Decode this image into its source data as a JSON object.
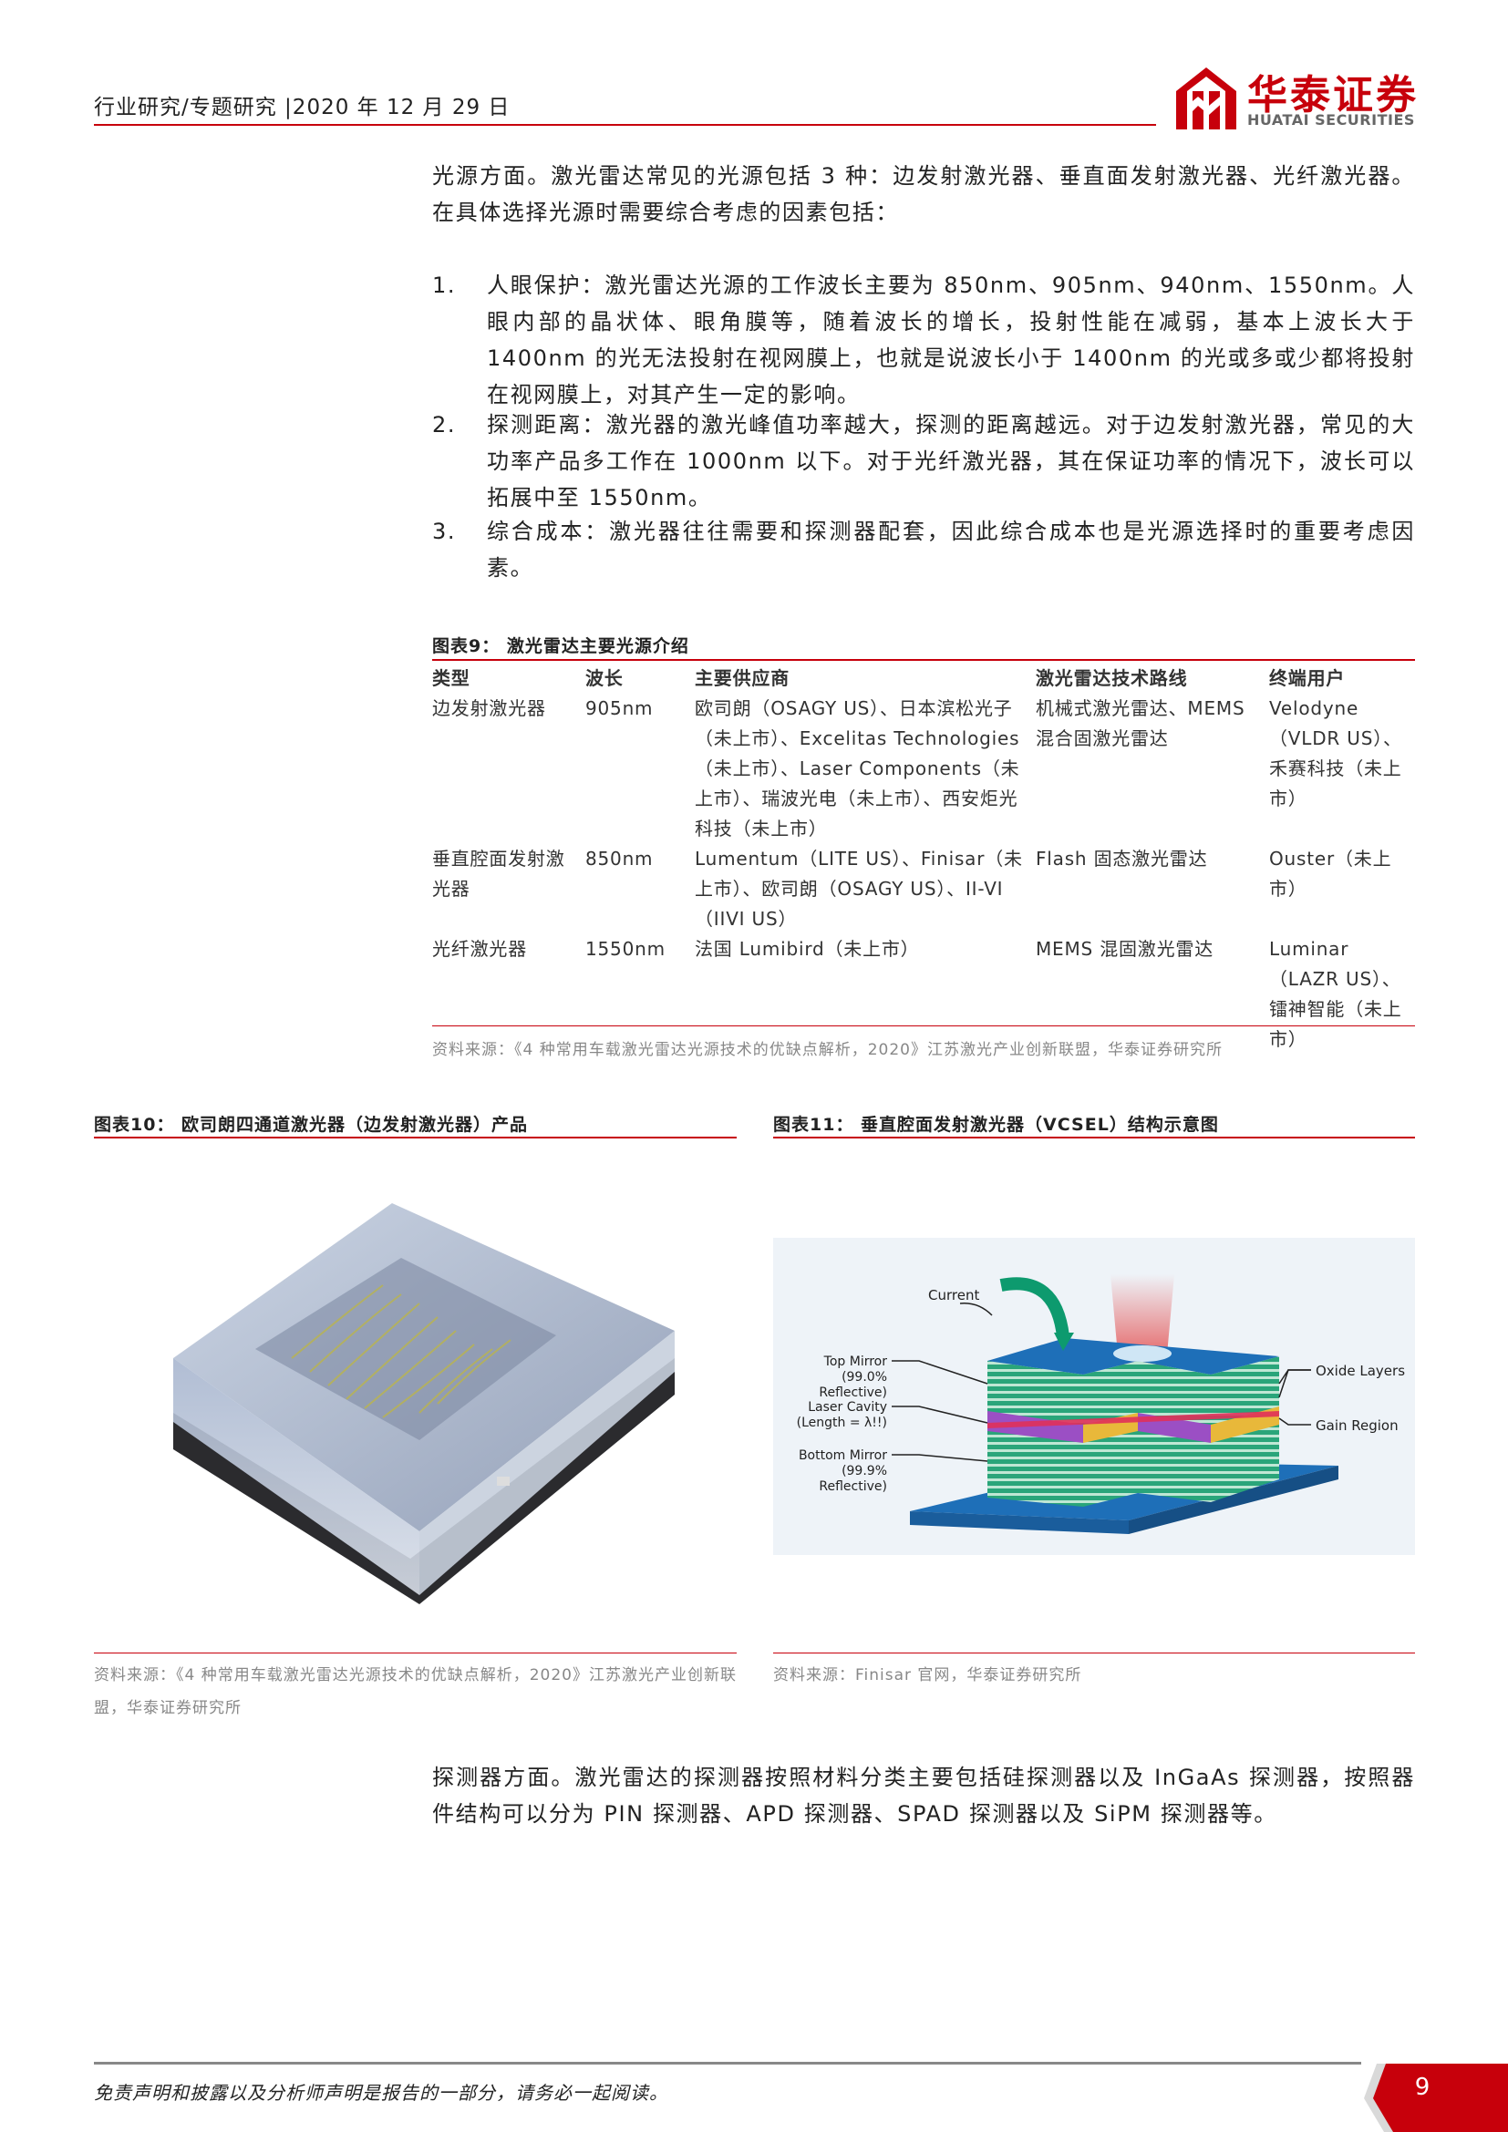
{
  "header": {
    "text": "行业研究/专题研究 |2020 年 12 月 29 日",
    "logo_cn": "华泰证券",
    "logo_en": "HUATAI SECURITIES",
    "brand_color": "#c7000b"
  },
  "intro": "光源方面。激光雷达常见的光源包括 3 种：边发射激光器、垂直面发射激光器、光纤激光器。在具体选择光源时需要综合考虑的因素包括：",
  "list": [
    {
      "num": "1.",
      "text": "人眼保护：激光雷达光源的工作波长主要为 850nm、905nm、940nm、1550nm。人眼内部的晶状体、眼角膜等，随着波长的增长，投射性能在减弱，基本上波长大于 1400nm 的光无法投射在视网膜上，也就是说波长小于 1400nm 的光或多或少都将投射在视网膜上，对其产生一定的影响。"
    },
    {
      "num": "2.",
      "text": "探测距离：激光器的激光峰值功率越大，探测的距离越远。对于边发射激光器，常见的大功率产品多工作在 1000nm 以下。对于光纤激光器，其在保证功率的情况下，波长可以拓展中至 1550nm。"
    },
    {
      "num": "3.",
      "text": "综合成本：激光器往往需要和探测器配套，因此综合成本也是光源选择时的重要考虑因素。"
    }
  ],
  "table9": {
    "title": "图表9：  激光雷达主要光源介绍",
    "headers": [
      "类型",
      "波长",
      "主要供应商",
      "激光雷达技术路线",
      "终端用户"
    ],
    "rows": [
      [
        "边发射激光器",
        "905nm",
        "欧司朗（OSAGY US）、日本滨松光子（未上市）、Excelitas Technologies（未上市）、Laser Components（未上市）、瑞波光电（未上市）、西安炬光科技（未上市）",
        "机械式激光雷达、MEMS 混合固激光雷达",
        "Velodyne （VLDR US）、禾赛科技（未上市）"
      ],
      [
        "垂直腔面发射激光器",
        "850nm",
        "Lumentum（LITE US）、Finisar（未上市）、欧司朗（OSAGY US）、II-VI （IIVI US）",
        "Flash 固态激光雷达",
        "Ouster（未上市）"
      ],
      [
        "光纤激光器",
        "1550nm",
        "法国 Lumibird（未上市）",
        "MEMS 混固激光雷达",
        "Luminar（LAZR US）、镭神智能（未上市）"
      ]
    ],
    "source": "资料来源：《4 种常用车载激光雷达光源技术的优缺点解析，2020》江苏激光产业创新联盟，华泰证券研究所"
  },
  "fig10": {
    "title": "图表10：  欧司朗四通道激光器（边发射激光器）产品",
    "source": "资料来源：《4 种常用车载激光雷达光源技术的优缺点解析，2020》江苏激光产业创新联盟，华泰证券研究所"
  },
  "fig11": {
    "title": "图表11：  垂直腔面发射激光器（VCSEL）结构示意图",
    "labels": {
      "current": "Current",
      "top_mirror": "Top Mirror",
      "top_mirror_sub": "(99.0% Reflective)",
      "laser_cavity": "Laser Cavity",
      "laser_cavity_sub": "(Length = λ!!)",
      "bottom_mirror": "Bottom Mirror",
      "bottom_mirror_sub": "(99.9% Reflective)",
      "oxide": "Oxide Layers",
      "gain": "Gain Region"
    },
    "source": "资料来源：Finisar 官网，华泰证券研究所"
  },
  "detector": "探测器方面。激光雷达的探测器按照材料分类主要包括硅探测器以及 InGaAs 探测器，按照器件结构可以分为 PIN 探测器、APD 探测器、SPAD 探测器以及 SiPM 探测器等。",
  "footer": {
    "text": "免责声明和披露以及分析师声明是报告的一部分，请务必一起阅读。",
    "page": "9"
  }
}
